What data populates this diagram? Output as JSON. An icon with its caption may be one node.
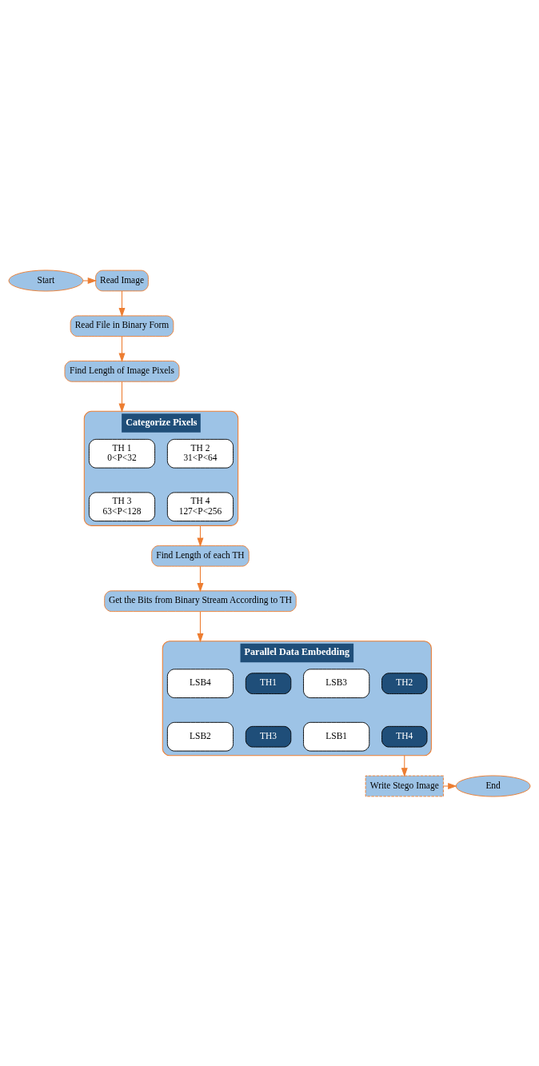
{
  "diagram": {
    "nodes": [
      {
        "text": [
          "Start"
        ]
      },
      {
        "text": [
          "Read Image"
        ]
      },
      {
        "text": [
          "Read File in Binary Form"
        ]
      },
      {
        "text": [
          "Find Length of Image Pixels"
        ]
      },
      {
        "text": [
          "Categorize Pixels"
        ]
      },
      {
        "text": [
          "TH 1",
          "0<P<32"
        ],
        "in": 4
      },
      {
        "text": [
          "TH 2",
          "31<P<64"
        ],
        "in": 4
      },
      {
        "text": [
          "TH 3",
          "63<P<128"
        ],
        "in": 4
      },
      {
        "text": [
          "TH 4",
          "127<P<256"
        ],
        "in": 4
      },
      {
        "text": [
          "Find Length of each TH"
        ]
      },
      {
        "text": [
          "Get the Bits from Binary Stream According to TH"
        ]
      },
      {
        "text": [
          "Parallel Data Embedding"
        ]
      },
      {
        "text": [
          "LSB4"
        ],
        "in": 11
      },
      {
        "text": [
          "TH1"
        ],
        "in": 11
      },
      {
        "text": [
          "LSB3"
        ],
        "in": 11
      },
      {
        "text": [
          "TH2"
        ],
        "in": 11
      },
      {
        "text": [
          "LSB2"
        ],
        "in": 11
      },
      {
        "text": [
          "TH3"
        ],
        "in": 11
      },
      {
        "text": [
          "LSB1"
        ],
        "in": 11
      },
      {
        "text": [
          "TH4"
        ],
        "in": 11
      },
      {
        "text": [
          "Write Stego Image"
        ]
      },
      {
        "text": [
          "End"
        ]
      }
    ],
    "edges": [
      {
        "from": 0,
        "to": 1,
        "arrow": "to"
      },
      {
        "from": 1,
        "to": 2,
        "arrow": "to"
      },
      {
        "from": 2,
        "to": 3,
        "arrow": "to"
      },
      {
        "from": 3,
        "to": 4,
        "arrow": "to"
      },
      {
        "from": 4,
        "to": 9,
        "arrow": "to"
      },
      {
        "from": 9,
        "to": 10,
        "arrow": "to"
      },
      {
        "from": 10,
        "to": 11,
        "arrow": "to"
      },
      {
        "from": 11,
        "to": 20,
        "arrow": "to"
      },
      {
        "from": 20,
        "to": 21,
        "arrow": "to"
      }
    ]
  }
}
